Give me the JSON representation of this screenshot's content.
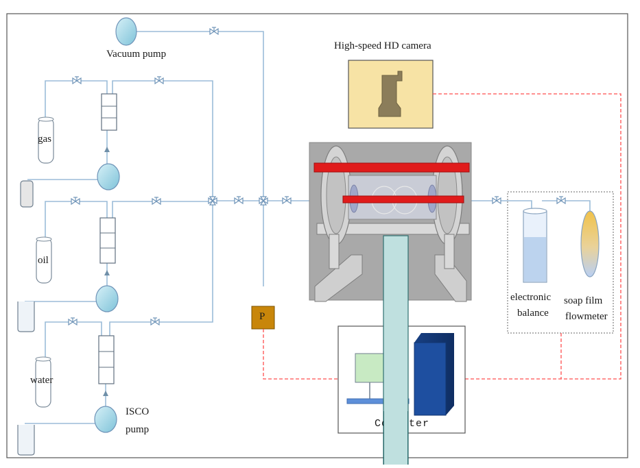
{
  "labels": {
    "vacuum_pump": "Vacuum pump",
    "camera": "High-speed HD camera",
    "gas": "gas",
    "oil": "oil",
    "water": "water",
    "isco_line1": "ISCO",
    "isco_line2": "pump",
    "pressure": "P",
    "electronic_balance_line1": "electronic",
    "electronic_balance_line2": "balance",
    "soap_film_line1": "soap film",
    "soap_film_line2": "flowmeter",
    "computer": "Computer"
  },
  "colors": {
    "pipe": "#9bbcd8",
    "signal": "#ff4d4d",
    "camera_box": "#f7e3a5",
    "pressure_box": "#c8860a",
    "rig_bg": "#a9a9a9",
    "red_rod": "#e01b1b",
    "pump": "#a9dbe9",
    "tower": "#1e4fa0"
  }
}
